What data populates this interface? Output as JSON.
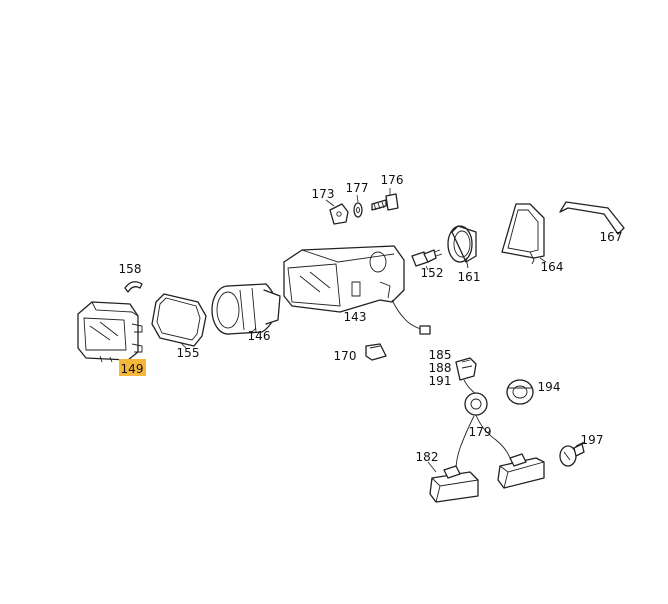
{
  "highlight_color": "#f5b63a",
  "parts": {
    "p149": "149",
    "p155": "155",
    "p158": "158",
    "p146": "146",
    "p143": "143",
    "p173": "173",
    "p177": "177",
    "p176": "176",
    "p152": "152",
    "p161": "161",
    "p164": "164",
    "p167": "167",
    "p170": "170",
    "p185": "185",
    "p188": "188",
    "p191": "191",
    "p194": "194",
    "p179": "179",
    "p182": "182",
    "p197": "197"
  }
}
